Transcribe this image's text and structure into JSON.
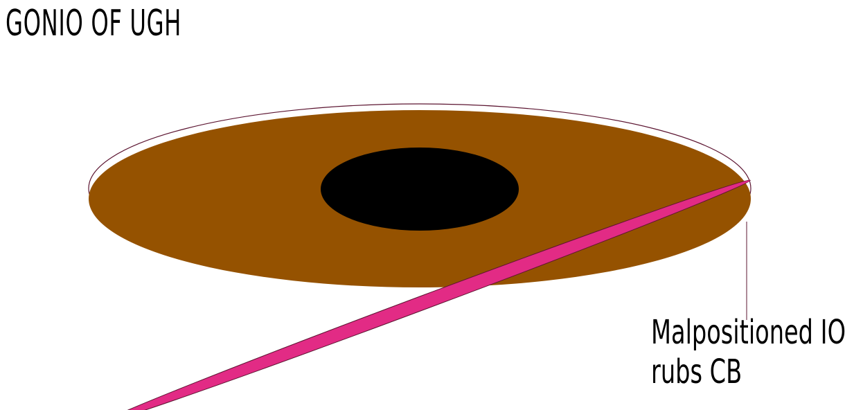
{
  "title": "GONIO OF UGH",
  "annotation": {
    "line1": "Malpositioned IOL",
    "line2": "rubs CB"
  },
  "colors": {
    "iris": "#955200",
    "pupil": "#000000",
    "iol": "#e22b85",
    "outline": "#5b1430"
  }
}
